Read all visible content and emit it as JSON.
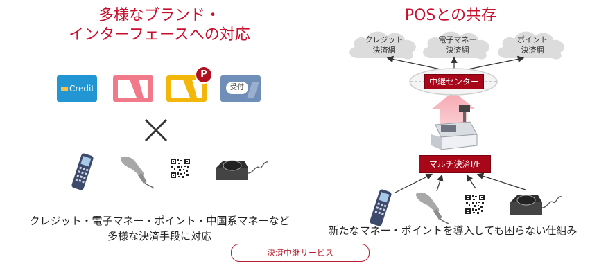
{
  "left_panel": {
    "title_line1": "多様なブランド・",
    "title_line2": "インターフェースへの対応",
    "card_credit_label": "Credit",
    "card_point_badge": "P",
    "card_reception_label": "受付",
    "caption_line1": "クレジット・電子マネー・ポイント・中国系マネーなど",
    "caption_line2": "多様な決済手段に対応"
  },
  "right_panel": {
    "title": "POSとの共存",
    "clouds": [
      {
        "line1": "クレジット",
        "line2": "決済網"
      },
      {
        "line1": "電子マネー",
        "line2": "決済網"
      },
      {
        "line1": "ポイント",
        "line2": "決済網"
      }
    ],
    "relay_center_label": "中継センター",
    "multi_payment_label": "マルチ決済I/F",
    "caption": "新たなマネー・ポイントを導入しても困らない仕組み"
  },
  "footer": {
    "service_label": "決済中継サービス"
  },
  "colors": {
    "accent_red": "#c8102e",
    "box_red": "#a8071a",
    "card_blue": "#2196d3",
    "card_pink": "#f07a8a",
    "card_yellow": "#f3b70c"
  }
}
